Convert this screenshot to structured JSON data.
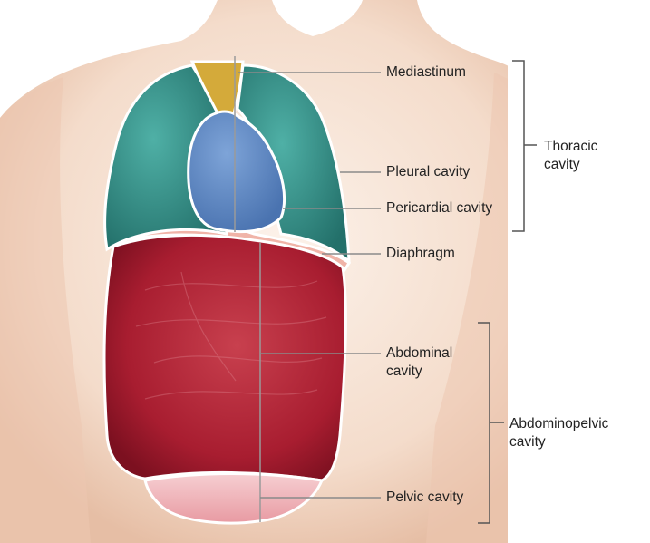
{
  "labels": {
    "mediastinum": "Mediastinum",
    "thoracic_1": "Thoracic",
    "thoracic_2": "cavity",
    "pleural": "Pleural cavity",
    "pericardial": "Pericardial cavity",
    "diaphragm": "Diaphragm",
    "abdominal_1": "Abdominal",
    "abdominal_2": "cavity",
    "abdominopelvic_1": "Abdominopelvic",
    "abdominopelvic_2": "cavity",
    "pelvic": "Pelvic cavity"
  },
  "colors": {
    "skin_light": "#fbeee4",
    "skin_mid": "#f2d6c4",
    "skin_shadow": "#e0b59c",
    "lung": "#3a9a92",
    "lung_dark": "#2a7a74",
    "mediastinum": "#d4aa3a",
    "heart": "#5f8ac6",
    "diaphragm": "#f0b4a8",
    "abdomen": "#b8283a",
    "abdomen_dark": "#8a1424",
    "pelvic": "#f3bcc0",
    "leader": "#888888",
    "bracket": "#555555"
  }
}
